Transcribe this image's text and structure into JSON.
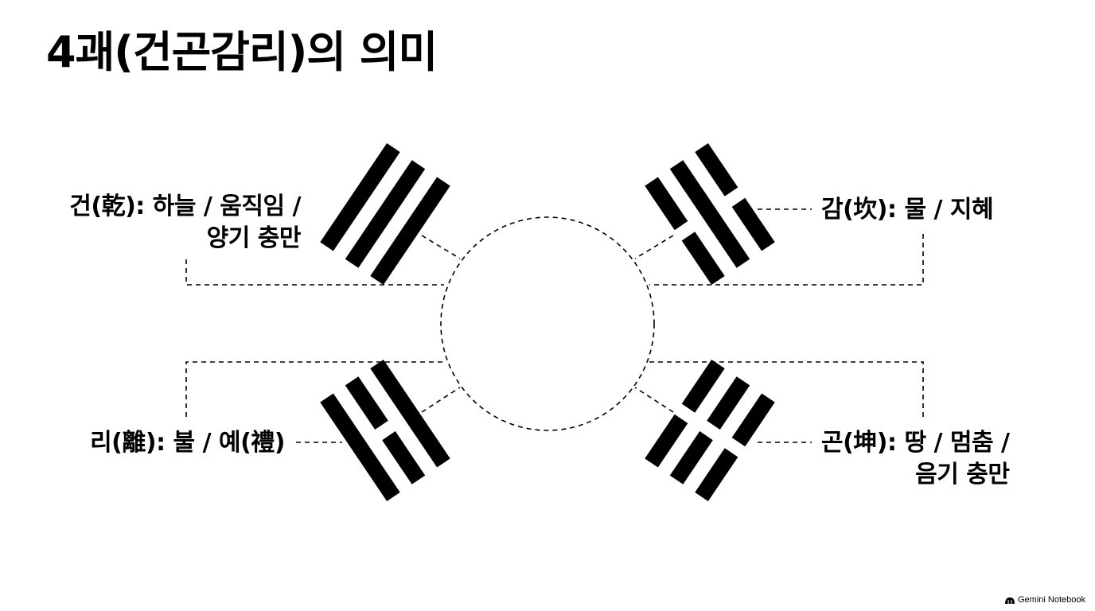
{
  "title": "4괘(건곤감리)의 의미",
  "trigrams": {
    "geon": {
      "line1": "건(乾): 하늘 / 움직임 /",
      "line2": "양기 충만",
      "pattern": [
        "solid",
        "solid",
        "solid"
      ]
    },
    "gam": {
      "line1": "감(坎): 물 / 지혜",
      "pattern": [
        "broken",
        "solid",
        "broken"
      ]
    },
    "ri": {
      "line1": "리(離): 불 / 예(禮)",
      "pattern": [
        "solid",
        "broken",
        "solid"
      ]
    },
    "gon": {
      "line1": "곤(坤): 땅 / 멈춤 /",
      "line2": "음기 충만",
      "pattern": [
        "broken",
        "broken",
        "broken"
      ]
    }
  },
  "footer": {
    "text": "Gemini Notebook",
    "icon": "gemini-logo-icon"
  },
  "colors": {
    "ink": "#000000",
    "background": "#ffffff"
  }
}
